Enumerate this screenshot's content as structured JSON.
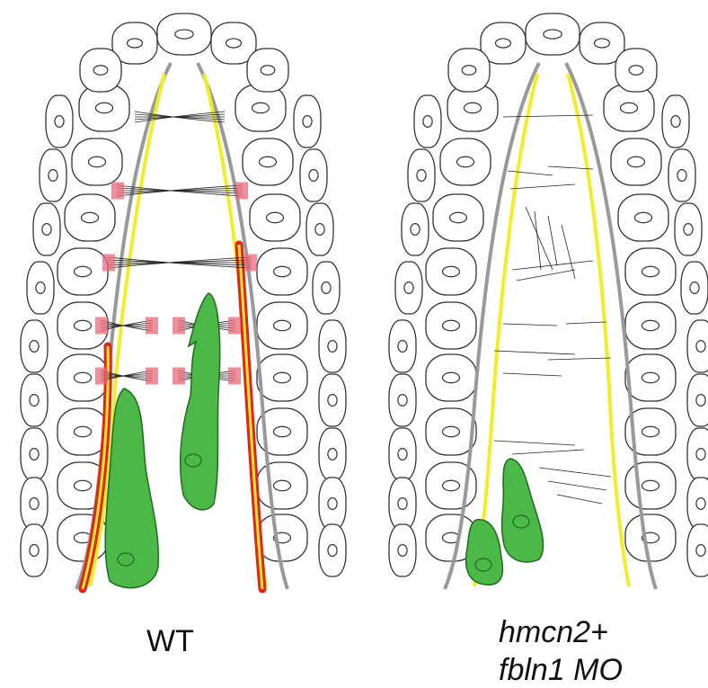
{
  "panels": [
    {
      "label": "WT"
    },
    {
      "label_line1": "hmcn2+",
      "label_line2": "fbln1 MO"
    }
  ],
  "colors": {
    "cell_outline": "#333333",
    "basement_membrane": "#999999",
    "yellow_track": "#f2ec2a",
    "red_track": "#e2231a",
    "pink_junction": "#e8697a",
    "fibers": "#222222",
    "green_cell": "#4cb848",
    "green_outline": "#1e6b1e"
  },
  "icons": [
    "epithelial-cell",
    "migrating-cell",
    "fiber-bundle"
  ]
}
